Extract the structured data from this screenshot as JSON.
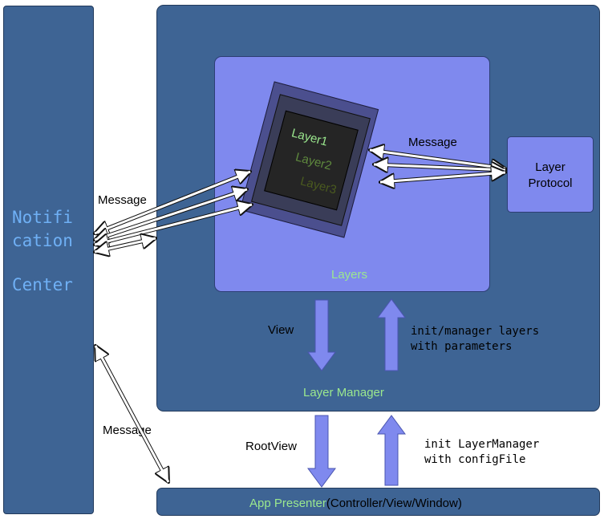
{
  "notification_center": {
    "line1": "Notifi",
    "line2": "cation",
    "line3": "Center"
  },
  "layers_panel": {
    "label": "Layers"
  },
  "layer_stack": {
    "layer1": "Layer1",
    "layer2": "Layer2",
    "layer3": "Layer3"
  },
  "layer_protocol": {
    "line1": "Layer",
    "line2": "Protocol"
  },
  "layer_manager": {
    "label": "Layer Manager"
  },
  "app_presenter": {
    "name": "App Presenter",
    "detail": "(Controller/View/Window)"
  },
  "edges": {
    "message_layers_protocol": "Message",
    "message_center_layers": "Message",
    "message_center_presenter": "Message",
    "view": "View",
    "init_layers_line1": "init/manager layers",
    "init_layers_line2": "with parameters",
    "root_view": "RootView",
    "init_manager_line1": "init LayerManager",
    "init_manager_line2": "with configFile"
  },
  "colors": {
    "dark_box": "#3e6494",
    "light_panel": "#7f89ee",
    "accent_green": "#9be88e",
    "notification_text": "#6fb0f5"
  }
}
